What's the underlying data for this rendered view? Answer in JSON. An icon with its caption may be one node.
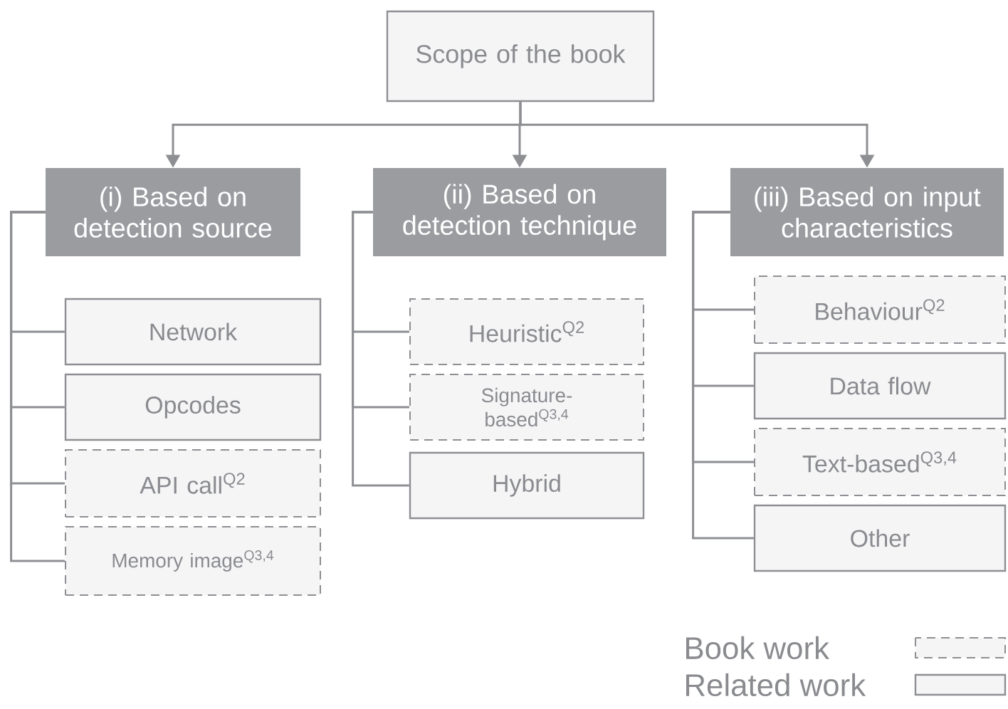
{
  "diagram": {
    "nodes": [
      {
        "text": [
          "Scope of the book"
        ]
      },
      {
        "text": [
          "(i) Based on detection source"
        ]
      },
      {
        "text": [
          "(ii) Based on detection technique"
        ]
      },
      {
        "text": [
          "(iii) Based on input characteristics"
        ]
      },
      {
        "text": [
          "Network"
        ]
      },
      {
        "text": [
          "Opcodes"
        ]
      },
      {
        "text": [
          "API call$^{Q2}$"
        ]
      },
      {
        "text": [
          "Memory image$^{Q3,4}$"
        ]
      },
      {
        "text": [
          "Heuristic$^{Q2}$"
        ]
      },
      {
        "text": [
          "Signature-based$^{Q3,4}$"
        ]
      },
      {
        "text": [
          "Hybrid"
        ]
      },
      {
        "text": [
          "Behaviour$^{Q2}$"
        ]
      },
      {
        "text": [
          "Data flow"
        ]
      },
      {
        "text": [
          "Text-based$^{Q3,4}$"
        ]
      },
      {
        "text": [
          "Other"
        ]
      }
    ],
    "edges": [
      {
        "from": 0,
        "to": 1,
        "arrow": "to"
      },
      {
        "from": 0,
        "to": 2,
        "arrow": "to"
      },
      {
        "from": 0,
        "to": 3,
        "arrow": "to"
      },
      {
        "from": 1,
        "to": 4,
        "arrow": "none"
      },
      {
        "from": 1,
        "to": 5,
        "arrow": "none"
      },
      {
        "from": 1,
        "to": 6,
        "arrow": "none"
      },
      {
        "from": 1,
        "to": 7,
        "arrow": "none"
      },
      {
        "from": 2,
        "to": 8,
        "arrow": "none"
      },
      {
        "from": 2,
        "to": 9,
        "arrow": "none"
      },
      {
        "from": 2,
        "to": 10,
        "arrow": "none"
      },
      {
        "from": 3,
        "to": 11,
        "arrow": "none"
      },
      {
        "from": 3,
        "to": 12,
        "arrow": "none"
      },
      {
        "from": 3,
        "to": 13,
        "arrow": "none"
      },
      {
        "from": 3,
        "to": 14,
        "arrow": "none"
      }
    ],
    "legend": [
      {
        "text": "Book work"
      },
      {
        "text": "Related work"
      }
    ]
  }
}
